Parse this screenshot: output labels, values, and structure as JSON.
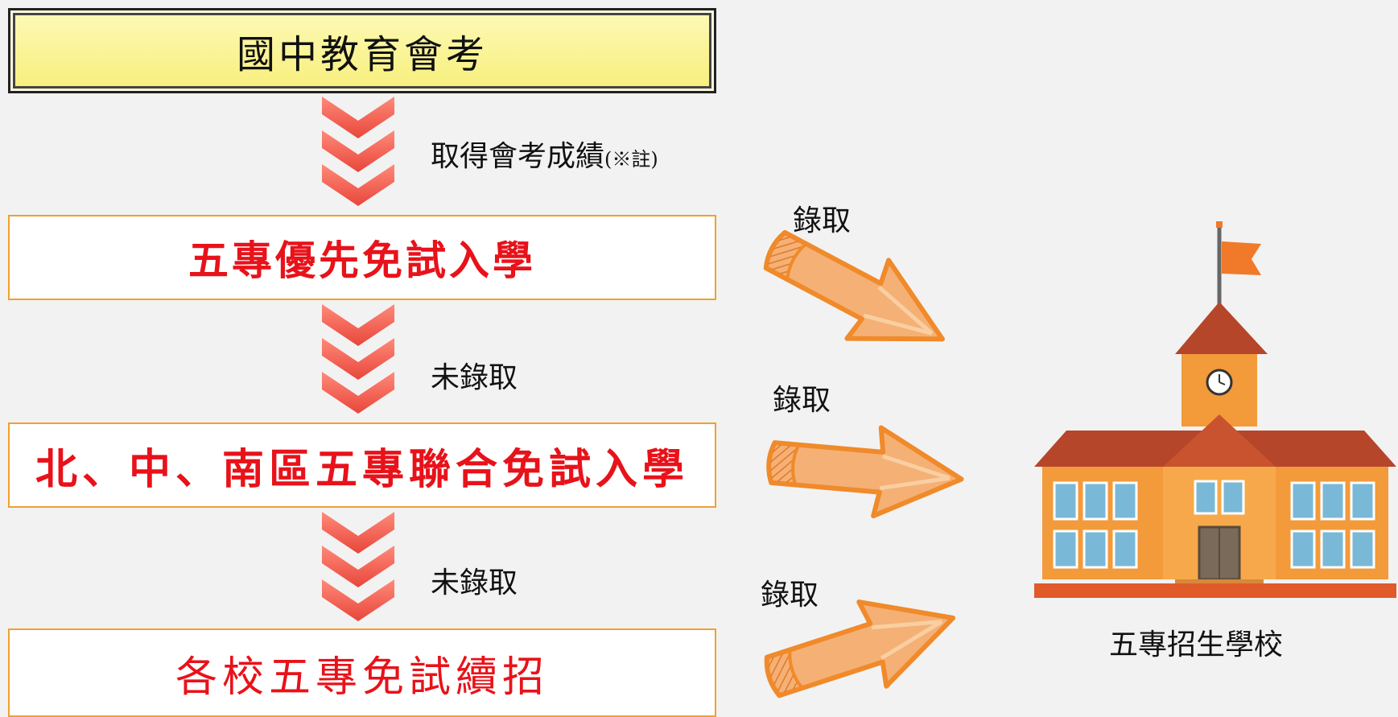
{
  "flow": {
    "exam": "國中教育會考",
    "step1_label": "取得會考成績",
    "step1_note": "(※註)",
    "priority": "五專優先免試入學",
    "step2_label": "未錄取",
    "joint": "北、中、南區五專聯合免試入學",
    "step3_label": "未錄取",
    "continue": "各校五專免試續招"
  },
  "admit": {
    "label1": "錄取",
    "label2": "錄取",
    "label3": "錄取"
  },
  "school": {
    "caption": "五專招生學校"
  },
  "colors": {
    "chevron": "#f25a4e",
    "arrow": "#f5b075",
    "arrow_outline": "#f08a2a",
    "stage_text": "#e8121a",
    "stage_border": "#f0a030"
  }
}
